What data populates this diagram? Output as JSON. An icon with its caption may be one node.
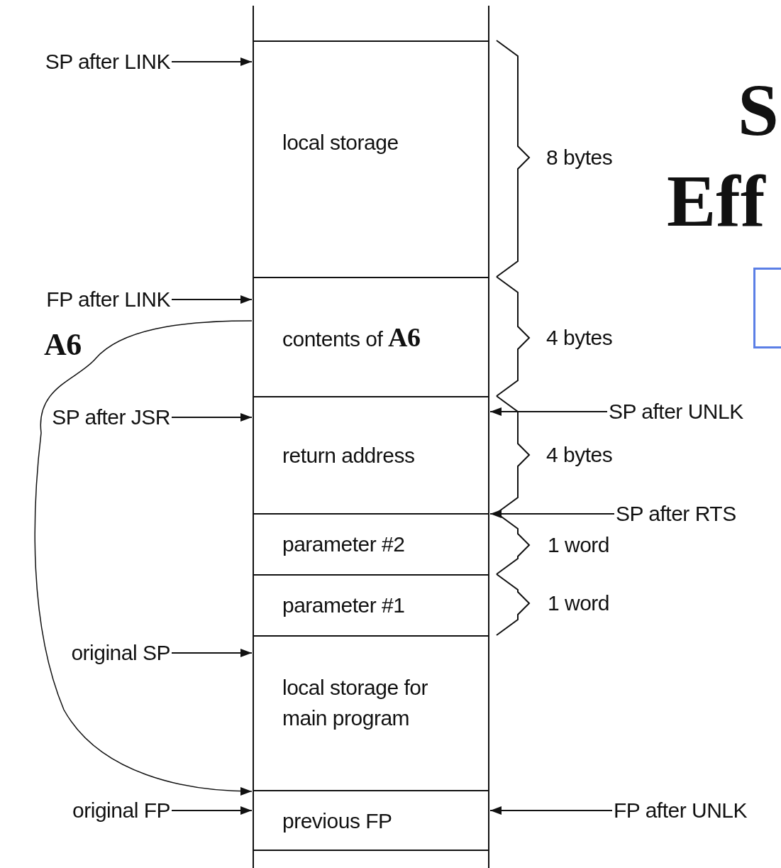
{
  "diagram": {
    "nodes": [
      {
        "text": [],
        "shape": "box"
      },
      {
        "text": [
          "local storage"
        ]
      },
      {
        "text": [
          "contents of **A6**"
        ]
      },
      {
        "text": [
          "return address"
        ]
      },
      {
        "text": [
          "parameter #2"
        ]
      },
      {
        "text": [
          "parameter #1"
        ]
      },
      {
        "text": [
          "local storage for main program"
        ]
      },
      {
        "text": [
          "previous FP"
        ]
      },
      {
        "text": [],
        "shape": "box"
      },
      {
        "text": [
          "SP after LINK"
        ]
      },
      {
        "text": [
          "FP after LINK"
        ]
      },
      {
        "text": [
          "SP after JSR"
        ]
      },
      {
        "text": [
          "original SP"
        ]
      },
      {
        "text": [
          "original FP"
        ]
      },
      {
        "text": [
          "SP after UNLK"
        ]
      },
      {
        "text": [
          "SP after RTS"
        ]
      },
      {
        "text": [
          "FP after UNLK"
        ]
      }
    ],
    "edges": [
      {
        "from": 9,
        "to": 1,
        "arrow": "to"
      },
      {
        "from": 10,
        "to": 2,
        "arrow": "to"
      },
      {
        "from": 2,
        "to": 7,
        "arrow": "to"
      },
      {
        "from": 11,
        "to": 3,
        "arrow": "to"
      },
      {
        "from": 14,
        "to": 3,
        "arrow": "to"
      },
      {
        "from": 15,
        "to": 4,
        "arrow": "to"
      },
      {
        "from": 12,
        "to": 6,
        "arrow": "to"
      },
      {
        "from": 13,
        "to": 7,
        "arrow": "to"
      },
      {
        "from": 16,
        "to": 7,
        "arrow": "to"
      }
    ],
    "labels": [
      "S",
      "Eff",
      "8 bytes",
      "A6",
      "4 bytes",
      "4 bytes",
      "1 word",
      "1 word"
    ]
  }
}
